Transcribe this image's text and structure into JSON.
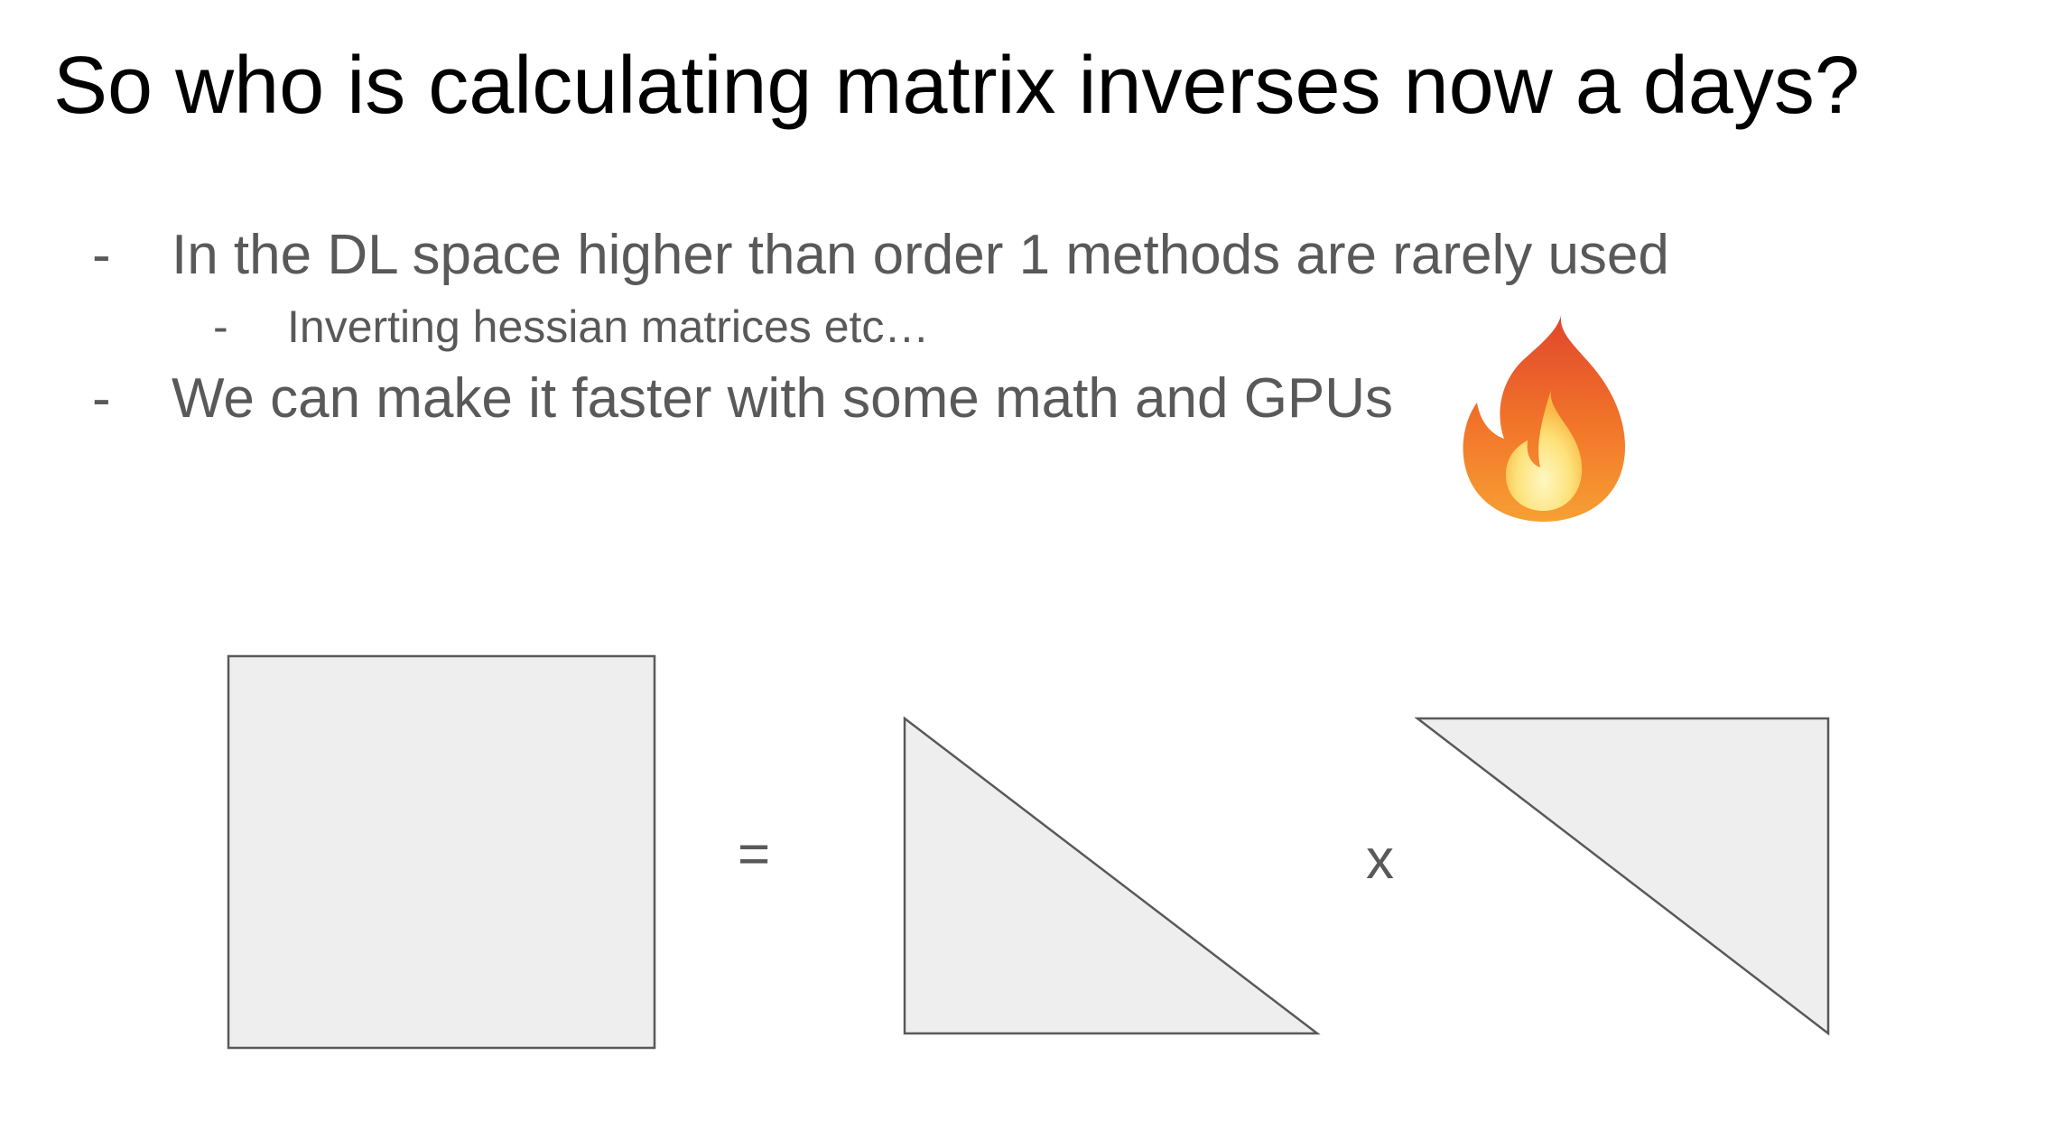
{
  "slide": {
    "title": "So who is calculating matrix inverses now a days?",
    "bullets": [
      {
        "marker": "-",
        "text": "In the DL space higher than order 1 methods are rarely used",
        "sub": [
          {
            "marker": "-",
            "text": "Inverting hessian matrices etc…"
          }
        ]
      },
      {
        "marker": "-",
        "text": "We can make it faster with some math and GPUs"
      }
    ],
    "emoji": "fire-icon",
    "equation": {
      "equals_sign": "=",
      "times_sign": "x",
      "shapes": [
        "square-matrix",
        "lower-triangular-matrix",
        "upper-triangular-matrix"
      ],
      "fill_color": "#eeeeee",
      "stroke_color": "#595959"
    }
  }
}
